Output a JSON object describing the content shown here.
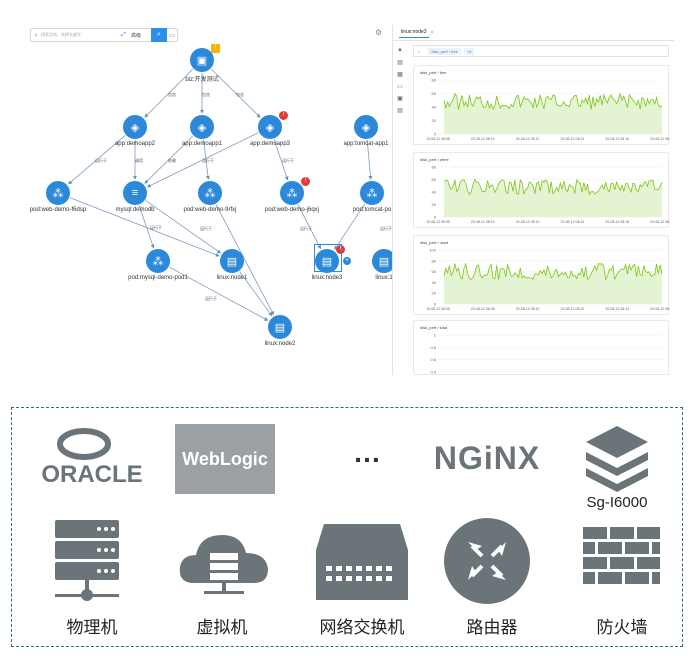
{
  "toolbar": {
    "search_placeholder": "搜索实例，选择关键字",
    "advanced_label": "高级",
    "back_icon": "back-icon",
    "search_icon": "search-icon"
  },
  "graph": {
    "nodes": [
      {
        "id": "biz",
        "label": "biz:开发测试",
        "icon": "briefcase-icon",
        "warn": "yellow"
      },
      {
        "id": "app2",
        "label": "app:demoapp2",
        "icon": "box-icon"
      },
      {
        "id": "app1",
        "label": "app:demoapp1",
        "icon": "box-icon"
      },
      {
        "id": "app3",
        "label": "app:demoapp3",
        "icon": "box-icon",
        "warn": "red"
      },
      {
        "id": "tomcatapp",
        "label": "app:tomcat-app1",
        "icon": "box-icon"
      },
      {
        "id": "pod1",
        "label": "pod:web-demo-f6dsp",
        "icon": "pod-icon"
      },
      {
        "id": "mysqldb",
        "label": "mysql:demodb",
        "icon": "database-icon"
      },
      {
        "id": "pod2",
        "label": "pod:web-demo-9rfxj",
        "icon": "pod-icon"
      },
      {
        "id": "pod3",
        "label": "pod:web-demo-j6qxj",
        "icon": "pod-icon",
        "warn": "red"
      },
      {
        "id": "pod4",
        "label": "pod:tomcat-po",
        "icon": "pod-icon"
      },
      {
        "id": "mysqlpod",
        "label": "pod:mysql-demo-pod1",
        "icon": "pod-icon"
      },
      {
        "id": "node1",
        "label": "linux:node1",
        "icon": "server-icon"
      },
      {
        "id": "node3",
        "label": "linux:node3",
        "icon": "server-icon",
        "warn": "red"
      },
      {
        "id": "node1b",
        "label": "linux:1",
        "icon": "server-icon"
      },
      {
        "id": "node2",
        "label": "linux:node2",
        "icon": "server-icon"
      }
    ],
    "edge_labels": [
      "包含",
      "包含",
      "包含",
      "运行于",
      "调用",
      "依赖",
      "运行于",
      "运行于",
      "运行于",
      "运行于",
      "运行于",
      "运行于",
      "运行于"
    ]
  },
  "panel": {
    "tab": "linux:node3",
    "filter_label": "disk_perf / free",
    "filter_chip": "+4",
    "charts": [
      {
        "title": "disk_perf / free",
        "yticks": [
          "80",
          "60",
          "40",
          "20",
          "0"
        ],
        "xticks": [
          "10-08-12 08:08",
          "20-08-12 08:10",
          "20-08-12 08:12",
          "20-08-12 08:14",
          "20-08-12 08:16",
          "20-08-12 08:17"
        ]
      },
      {
        "title": "disk_perf / pfree",
        "yticks": [
          "80",
          "60",
          "40",
          "20",
          "0"
        ],
        "xticks": [
          "10-08-12 08:09",
          "20-08-12 08:10",
          "20-08-12 08:12",
          "20-08-12 08:14",
          "20-08-12 08:16",
          "20-08-12 08:17"
        ]
      },
      {
        "title": "disk_perf / used",
        "yticks": [
          "100",
          "80",
          "60",
          "40",
          "20",
          "0"
        ],
        "xticks": [
          "10-08-12 08:06",
          "20-08-12 08:08",
          "20-08-12 08:10",
          "20-08-12 08:12",
          "20-08-12 08:14",
          "20-08-12 08:17"
        ]
      },
      {
        "title": "disk_perf / total",
        "yticks": [
          "1",
          "0.8",
          "0.6",
          "0.4"
        ],
        "xticks": []
      }
    ]
  },
  "bottom": {
    "logos": {
      "oracle": "ORACLE",
      "weblogic": "WebLogic",
      "ellipsis": "…",
      "nginx": "NGiNX",
      "sg": "Sg-I6000"
    },
    "captions": [
      "物理机",
      "虚拟机",
      "网络交换机",
      "路由器",
      "防火墙"
    ]
  },
  "colors": {
    "node": "#2c88d9",
    "accent": "#2b8fe8",
    "chart_line": "#7cc514",
    "chart_fill": "#e4f3d2",
    "icon_grey": "#6b7478",
    "border": "#2b6b83"
  }
}
